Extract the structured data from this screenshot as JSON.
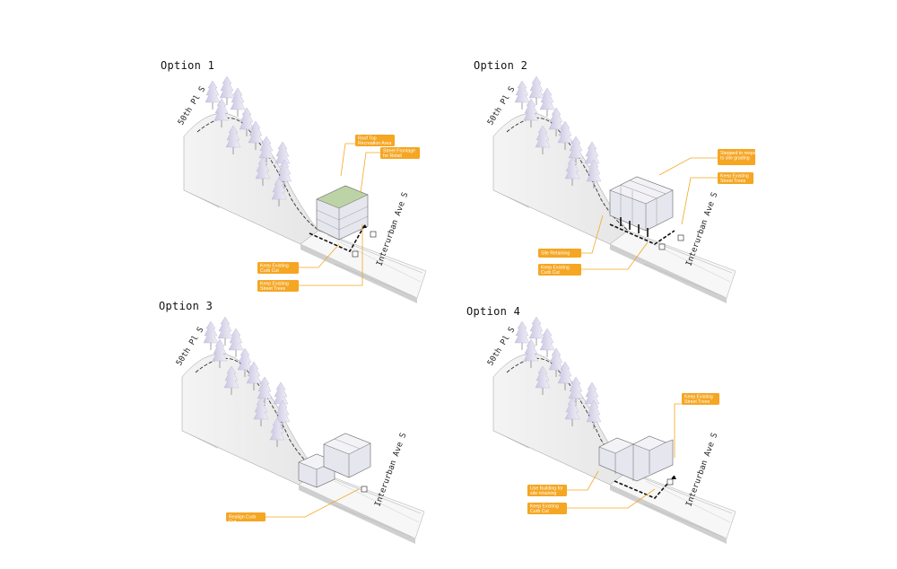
{
  "options": [
    {
      "title": "Option 1",
      "street_upper": "50th Pl S",
      "street_lower": "Interurban Ave S",
      "callouts": [
        "Roof Top Recreation Area",
        "Street Frontage for Retail",
        "Keep Existing Curb Cut",
        "Keep Existing Street Trees"
      ]
    },
    {
      "title": "Option 2",
      "street_upper": "50th Pl S",
      "street_lower": "Interurban Ave S",
      "callouts": [
        "Stepped to respond to site grading",
        "Keep Existing Street Trees",
        "Site Retaining",
        "Keep Existing Curb Cut"
      ]
    },
    {
      "title": "Option 3",
      "street_upper": "50th Pl S",
      "street_lower": "Interurban Ave S",
      "callouts": [
        "Realign Curb Cut"
      ]
    },
    {
      "title": "Option 4",
      "street_upper": "50th Pl S",
      "street_lower": "Interurban Ave S",
      "callouts": [
        "Keep Existing Street Trees",
        "Use Building for site retaining",
        "Keep Existing Curb Cut"
      ]
    }
  ],
  "colors": {
    "callout": "#f5a623",
    "tree": "#d9d6ea",
    "building": "#e3e3ec",
    "green_roof": "#b9cfa4",
    "terrain": "#ececec"
  }
}
